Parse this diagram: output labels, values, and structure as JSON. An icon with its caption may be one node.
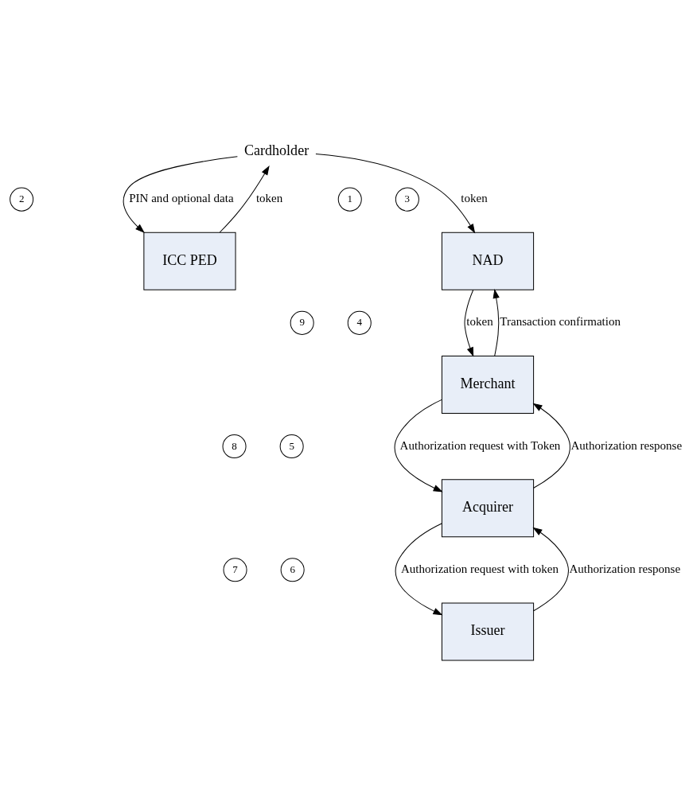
{
  "diagram": {
    "nodes": [
      {
        "text": [
          "Cardholder"
        ]
      },
      {
        "text": [
          "1"
        ]
      },
      {
        "text": [
          "3"
        ]
      },
      {
        "text": [
          "2"
        ]
      },
      {
        "text": [
          "ICC PED"
        ]
      },
      {
        "text": [
          "NAD"
        ]
      },
      {
        "text": [
          "9"
        ]
      },
      {
        "text": [
          "4"
        ]
      },
      {
        "text": [
          "Merchant"
        ]
      },
      {
        "text": [
          "8"
        ]
      },
      {
        "text": [
          "5"
        ]
      },
      {
        "text": [
          "Acquirer"
        ]
      },
      {
        "text": [
          "7"
        ]
      },
      {
        "text": [
          "6"
        ]
      },
      {
        "text": [
          "Issuer"
        ]
      }
    ],
    "edges": [
      {
        "from": 0,
        "to": 4,
        "arrow": "to",
        "label": "PIN and optional data"
      },
      {
        "from": 4,
        "to": 0,
        "arrow": "to",
        "label": "token"
      },
      {
        "from": 0,
        "to": 5,
        "arrow": "to",
        "label": "token"
      },
      {
        "from": 5,
        "to": 8,
        "arrow": "to",
        "label": "token"
      },
      {
        "from": 8,
        "to": 5,
        "arrow": "to",
        "label": "Transaction confirmation"
      },
      {
        "from": 8,
        "to": 11,
        "arrow": "to",
        "label": "Authorization request with Token"
      },
      {
        "from": 11,
        "to": 8,
        "arrow": "to",
        "label": "Authorization response"
      },
      {
        "from": 11,
        "to": 14,
        "arrow": "to",
        "label": "Authorization request with token"
      },
      {
        "from": 14,
        "to": 11,
        "arrow": "to",
        "label": "Authorization response"
      }
    ]
  }
}
